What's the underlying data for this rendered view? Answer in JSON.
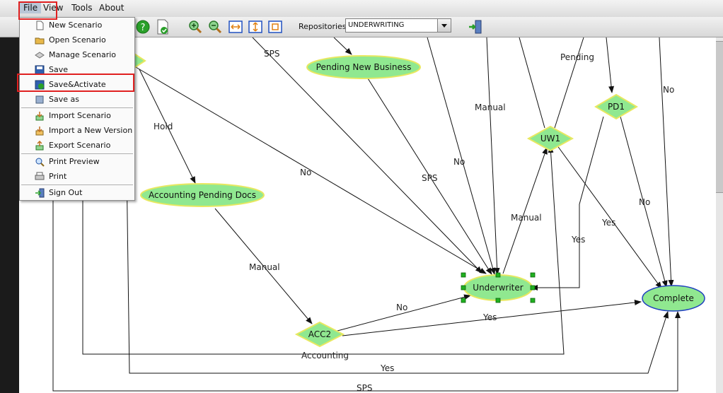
{
  "menubar": {
    "items": [
      "File",
      "View",
      "Tools",
      "About"
    ]
  },
  "file_menu": {
    "items": [
      {
        "label": "New Scenario",
        "icon": "new-page-icon"
      },
      {
        "label": "Open Scenario",
        "icon": "open-folder-icon"
      },
      {
        "label": "Manage Scenario",
        "icon": "manage-icon"
      },
      {
        "label": "Save",
        "icon": "save-icon"
      },
      {
        "label": "Save&Activate",
        "icon": "save-activate-icon",
        "highlighted": true
      },
      {
        "label": "Save as",
        "icon": "save-as-icon"
      },
      {
        "label": "Import Scenario",
        "icon": "import-icon"
      },
      {
        "label": "Import a New Version",
        "icon": "import-version-icon"
      },
      {
        "label": "Export Scenario",
        "icon": "export-icon"
      },
      {
        "label": "Print Preview",
        "icon": "magnifier-icon"
      },
      {
        "label": "Print",
        "icon": "printer-icon"
      },
      {
        "label": "Sign Out",
        "icon": "sign-out-icon"
      }
    ]
  },
  "toolbar": {
    "icons": [
      "help-icon",
      "validate-icon",
      "zoom-in-icon",
      "zoom-out-icon",
      "fit-width-icon",
      "fit-height-icon",
      "fit-all-icon"
    ],
    "repositories_label": "Repositories:",
    "repositories_value": "UNDERWRITING",
    "exit_icon": "exit-door-icon"
  },
  "diagram": {
    "nodes": [
      {
        "id": "pnb",
        "label": "Pending New Business",
        "shape": "ellipse"
      },
      {
        "id": "apd",
        "label": "Accounting Pending Docs",
        "shape": "ellipse"
      },
      {
        "id": "uw",
        "label": "Underwriter",
        "shape": "ellipse",
        "selected": true
      },
      {
        "id": "complete",
        "label": "Complete",
        "shape": "ellipse",
        "style": "final"
      },
      {
        "id": "uw1",
        "label": "UW1",
        "shape": "diamond"
      },
      {
        "id": "pd1",
        "label": "PD1",
        "shape": "diamond"
      },
      {
        "id": "acc2",
        "label": "ACC2",
        "shape": "diamond"
      }
    ],
    "edge_labels": [
      "SPS",
      "Pending",
      "No",
      "Hold",
      "No",
      "Manual",
      "SPS",
      "No",
      "Manual",
      "Yes",
      "Yes",
      "No",
      "Manual",
      "No",
      "Yes",
      "Accounting",
      "Yes",
      "SPS"
    ],
    "colors": {
      "node_fill": "#90e890",
      "node_border": "#e8e860",
      "final_border": "#2040c0",
      "handle": "#20b020",
      "highlight": "#e02020"
    }
  }
}
